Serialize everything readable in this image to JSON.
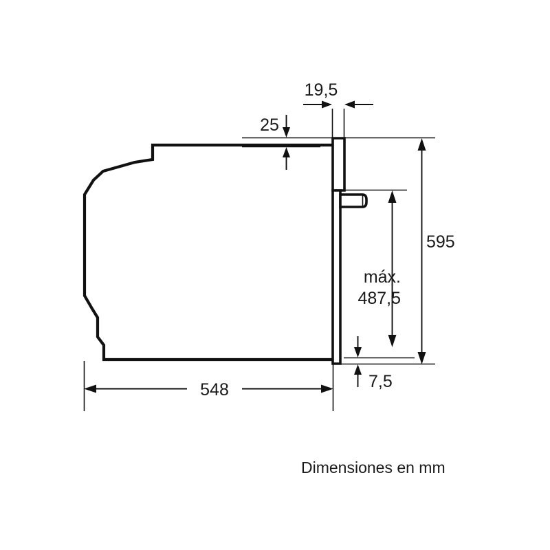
{
  "drawing": {
    "title": "Oven side view dimensional drawing",
    "caption": "Dimensiones en mm",
    "units": "mm",
    "line_color": "#111111",
    "background_color": "#ffffff",
    "text_color": "#1a1a1a"
  },
  "dimensions": {
    "depth_body": {
      "label": "548",
      "orientation": "horizontal",
      "description": "Cabinet body depth"
    },
    "door_thickness": {
      "label": "19,5",
      "orientation": "horizontal",
      "description": "Door panel thickness"
    },
    "top_offset": {
      "label": "25",
      "orientation": "vertical",
      "description": "Top overhang of door above body"
    },
    "height_total": {
      "label": "595",
      "orientation": "vertical",
      "description": "Total front panel height"
    },
    "height_max_prefix": {
      "label": "máx."
    },
    "height_max_value": {
      "label": "487,5",
      "orientation": "vertical",
      "description": "Maximum opening height"
    },
    "bottom_offset": {
      "label": "7,5",
      "orientation": "vertical",
      "description": "Bottom overhang of door below body"
    }
  },
  "parts": {
    "body_profile": "oven-body-side-profile",
    "door_panel": "oven-door-front-panel",
    "handle": "oven-door-handle"
  }
}
